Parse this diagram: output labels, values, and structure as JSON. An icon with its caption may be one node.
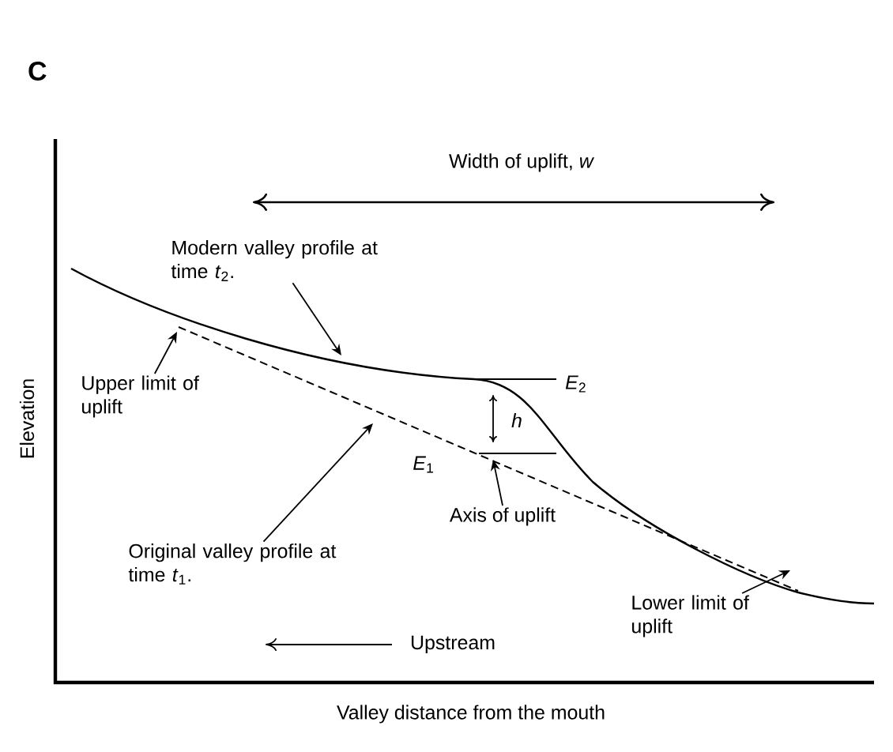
{
  "diagram": {
    "nodes": [
      {
        "text": [
          "Modern valley profile at time *t*$_{2}$."
        ]
      },
      {
        "text": [
          "Upper limit of uplift"
        ]
      },
      {
        "text": [
          "Original valley profile at time *t*$_{1}$."
        ]
      },
      {
        "text": [
          "Axis of uplift"
        ]
      },
      {
        "text": [
          "Lower limit of uplift"
        ]
      }
    ],
    "edges": [
      {
        "from": 0,
        "to": null,
        "arrow": "to"
      },
      {
        "from": 1,
        "to": null,
        "arrow": "to"
      },
      {
        "from": 2,
        "to": null,
        "arrow": "to"
      },
      {
        "from": 3,
        "to": null,
        "arrow": "to"
      },
      {
        "from": 4,
        "to": null,
        "arrow": "to"
      }
    ],
    "labels": [
      "C",
      "Width of uplift, *w*",
      "*E*$_{2}$",
      "*h*",
      "*E*$_{1}$",
      "Upstream",
      "Elevation",
      "Valley distance from the mouth"
    ]
  }
}
